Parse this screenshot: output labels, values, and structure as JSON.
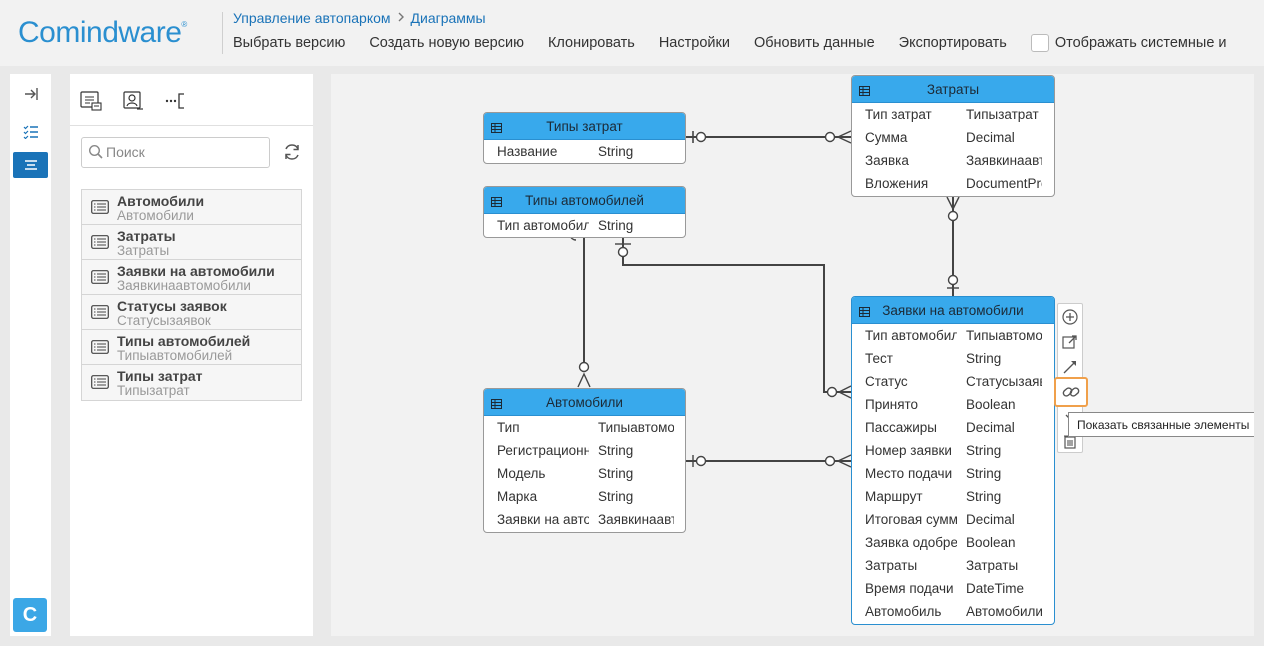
{
  "app": {
    "logo": "Comindware",
    "logo_mark": "®"
  },
  "breadcrumb": [
    "Управление автопарком",
    "Диаграммы"
  ],
  "toolbar": {
    "items": [
      "Выбрать версию",
      "Создать новую версию",
      "Клонировать",
      "Настройки",
      "Обновить данные",
      "Экспортировать"
    ],
    "system_checkbox_label": "Отображать системные и"
  },
  "rail": {
    "logo_letter": "C"
  },
  "panel": {
    "search_placeholder": "Поиск",
    "items": [
      {
        "title": "Автомобили",
        "subtitle": "Автомобили"
      },
      {
        "title": "Затраты",
        "subtitle": "Затраты"
      },
      {
        "title": "Заявки на автомобили",
        "subtitle": "Заявкинаавтомобили"
      },
      {
        "title": "Статусы заявок",
        "subtitle": "Статусызаявок"
      },
      {
        "title": "Типы автомобилей",
        "subtitle": "Типыавтомобилей"
      },
      {
        "title": "Типы затрат",
        "subtitle": "Типызатрат"
      }
    ]
  },
  "diagram": {
    "entities": {
      "tipy_zatrat": {
        "title": "Типы затрат",
        "attrs": [
          {
            "name": "Название",
            "type": "String"
          }
        ]
      },
      "tipy_avto": {
        "title": "Типы автомобилей",
        "attrs": [
          {
            "name": "Тип автомобиля",
            "type": "String"
          }
        ]
      },
      "zatraty": {
        "title": "Затраты",
        "attrs": [
          {
            "name": "Тип затрат",
            "type": "Типызатрат"
          },
          {
            "name": "Сумма",
            "type": "Decimal"
          },
          {
            "name": "Заявка",
            "type": "Заявкинаавтомобили"
          },
          {
            "name": "Вложения",
            "type": "DocumentProperty"
          }
        ]
      },
      "avtomobili": {
        "title": "Автомобили",
        "attrs": [
          {
            "name": "Тип",
            "type": "Типыавтомобилей"
          },
          {
            "name": "Регистрационный номер",
            "type": "String"
          },
          {
            "name": "Модель",
            "type": "String"
          },
          {
            "name": "Марка",
            "type": "String"
          },
          {
            "name": "Заявки на автомобили",
            "type": "Заявкинаавтомобили"
          }
        ]
      },
      "zayavki": {
        "title": "Заявки на автомобили",
        "attrs": [
          {
            "name": "Тип автомобиля",
            "type": "Типыавтомобилей"
          },
          {
            "name": "Тест",
            "type": "String"
          },
          {
            "name": "Статус",
            "type": "Статусызаявок"
          },
          {
            "name": "Принято",
            "type": "Boolean"
          },
          {
            "name": "Пассажиры",
            "type": "Decimal"
          },
          {
            "name": "Номер заявки",
            "type": "String"
          },
          {
            "name": "Место подачи",
            "type": "String"
          },
          {
            "name": "Маршрут",
            "type": "String"
          },
          {
            "name": "Итоговая сумма",
            "type": "Decimal"
          },
          {
            "name": "Заявка одобрена",
            "type": "Boolean"
          },
          {
            "name": "Затраты",
            "type": "Затраты"
          },
          {
            "name": "Время подачи",
            "type": "DateTime"
          },
          {
            "name": "Автомобиль",
            "type": "Автомобили"
          }
        ]
      }
    },
    "tooltip": "Показать связанные элементы"
  },
  "colors": {
    "accent": "#1a73b8",
    "entity_header": "#38a9ec",
    "highlight": "#f0a04b"
  }
}
